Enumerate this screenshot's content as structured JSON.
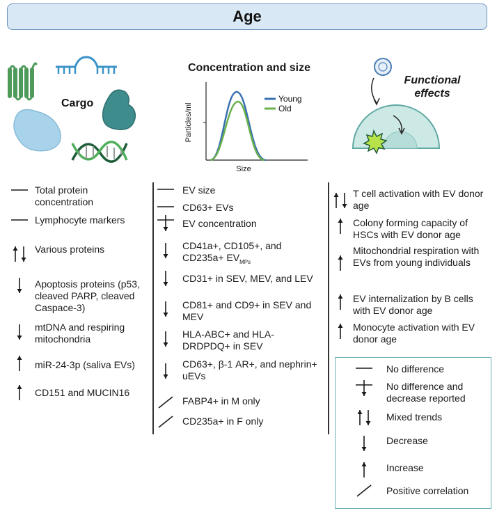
{
  "title": "Age",
  "cargo_label": "Cargo",
  "conc_chart": {
    "title": "Concentration and size",
    "ylabel": "Particles/ml",
    "xlabel": "Size",
    "legend": [
      {
        "name": "Young",
        "color": "#3a6fb0"
      },
      {
        "name": "Old",
        "color": "#6ab04c"
      }
    ]
  },
  "functional_label": "Functional effects",
  "left_items": [
    {
      "sym": "none",
      "text": "Total protein concentration"
    },
    {
      "sym": "none",
      "text": "Lymphocyte markers"
    },
    {
      "sym": "mixed",
      "text": "Various proteins"
    },
    {
      "sym": "down",
      "text": "Apoptosis proteins (p53, cleaved PARP, cleaved Caspace-3)"
    },
    {
      "sym": "down",
      "text": "mtDNA and respiring mitochondria"
    },
    {
      "sym": "up",
      "text": "miR-24-3p (saliva EVs)"
    },
    {
      "sym": "up",
      "text": "CD151 and MUCIN16"
    }
  ],
  "middle_items": [
    {
      "sym": "none",
      "text": "EV size"
    },
    {
      "sym": "none",
      "text": "CD63+ EVs"
    },
    {
      "sym": "nodecrease",
      "text": "EV concentration"
    },
    {
      "sym": "down",
      "text": "CD41a+, CD105+, and CD235a+ EV",
      "sub": "MPs"
    },
    {
      "sym": "down",
      "text": "CD31+ in SEV, MEV, and LEV"
    },
    {
      "sym": "down",
      "text": "CD81+ and CD9+ in SEV and MEV"
    },
    {
      "sym": "down",
      "text": "HLA-ABC+ and HLA-DRDPDQ+ in SEV"
    },
    {
      "sym": "down",
      "text": "CD63+, β-1 AR+, and nephrin+ uEVs"
    },
    {
      "sym": "pos",
      "text": "FABP4+ in M only"
    },
    {
      "sym": "pos",
      "text": "CD235a+  in F only"
    }
  ],
  "right_items": [
    {
      "sym": "mixed",
      "text": "T cell activation with EV donor age"
    },
    {
      "sym": "up",
      "text": "Colony forming capacity of HSCs with EV donor age"
    },
    {
      "sym": "up",
      "text": "Mitochondrial respiration with EVs from young individuals"
    },
    {
      "sym": "up",
      "text": "EV internalization by B cells with EV donor age"
    },
    {
      "sym": "up",
      "text": "Monocyte activation with EV donor age"
    }
  ],
  "legend": [
    {
      "sym": "none",
      "text": "No difference"
    },
    {
      "sym": "nodecrease",
      "text": "No difference and decrease reported"
    },
    {
      "sym": "mixed",
      "text": "Mixed trends"
    },
    {
      "sym": "down",
      "text": "Decrease"
    },
    {
      "sym": "up",
      "text": "Increase"
    },
    {
      "sym": "pos",
      "text": "Positive correlation"
    }
  ],
  "colors": {
    "title_bg": "#d9e8f5",
    "title_border": "#6b94bf",
    "legend_border": "#6cb0b7",
    "young": "#3a6fb0",
    "old": "#6ab04c"
  }
}
